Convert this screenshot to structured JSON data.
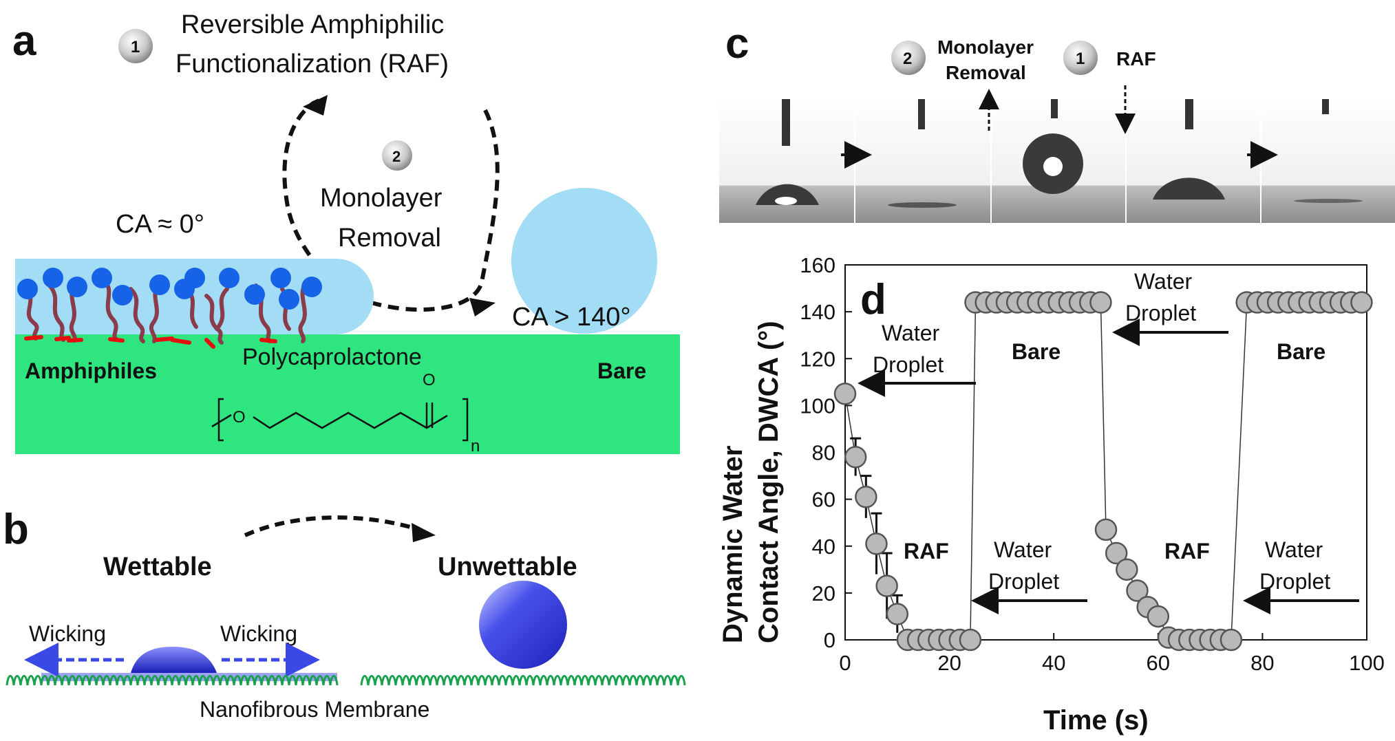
{
  "panels": {
    "a": "a",
    "b": "b",
    "c": "c",
    "d": "d"
  },
  "a": {
    "step1_num": "1",
    "step1_line1": "Reversible Amphiphilic",
    "step1_line2": "Functionalization (RAF)",
    "step2_num": "2",
    "step2_line1": "Monolayer",
    "step2_line2": "Removal",
    "ca_wet": "CA ≈ 0°",
    "ca_bare": "CA > 140°",
    "amphiphiles": "Amphiphiles",
    "pcl": "Polycaprolactone",
    "bare": "Bare",
    "chem_o1": "O",
    "chem_o2": "O",
    "chem_n": "n"
  },
  "b": {
    "wettable": "Wettable",
    "unwettable": "Unwettable",
    "wicking_left": "Wicking",
    "wicking_right": "Wicking",
    "membrane": "Nanofibrous Membrane"
  },
  "c": {
    "step2_num": "2",
    "step2_line1": "Monolayer",
    "step2_line2": "Removal",
    "step1_num": "1",
    "step1_label": "RAF"
  },
  "chart_data": {
    "type": "scatter",
    "xlabel": "Time (s)",
    "ylabel_line1": "Dynamic Water",
    "ylabel_line2": "Contact Angle, DWCA (°)",
    "xlim": [
      0,
      100
    ],
    "ylim": [
      0,
      160
    ],
    "xticks": [
      0,
      20,
      40,
      60,
      80,
      100
    ],
    "yticks": [
      0,
      20,
      40,
      60,
      80,
      100,
      120,
      140,
      160
    ],
    "series": [
      {
        "x": [
          0,
          2,
          4,
          6,
          8,
          10,
          12,
          14,
          16,
          18,
          20,
          22,
          24
        ],
        "y": [
          105,
          78,
          61,
          41,
          23,
          11,
          0,
          0,
          0,
          0,
          0,
          0,
          0
        ],
        "err": [
          0,
          8,
          9,
          13,
          14,
          8,
          0,
          0,
          0,
          0,
          0,
          0,
          0
        ]
      },
      {
        "x": [
          25,
          27,
          29,
          31,
          33,
          35,
          37,
          39,
          41,
          43,
          45,
          47,
          49
        ],
        "y": [
          144,
          144,
          144,
          144,
          144,
          144,
          144,
          144,
          144,
          144,
          144,
          144,
          144
        ],
        "err": [
          0,
          0,
          0,
          0,
          0,
          0,
          0,
          0,
          0,
          0,
          0,
          0,
          1
        ]
      },
      {
        "x": [
          50,
          52,
          54,
          56,
          58,
          60,
          62,
          64,
          66,
          68,
          70,
          72,
          74
        ],
        "y": [
          47,
          37,
          30,
          21,
          14,
          10,
          1,
          0,
          0,
          0,
          0,
          0,
          0
        ],
        "err": [
          0,
          0,
          2,
          2,
          2,
          2,
          0,
          0,
          0,
          0,
          0,
          0,
          0
        ]
      },
      {
        "x": [
          77,
          79,
          81,
          83,
          85,
          87,
          89,
          91,
          93,
          95,
          97,
          99
        ],
        "y": [
          144,
          144,
          144,
          144,
          144,
          144,
          144,
          144,
          144,
          144,
          144,
          144
        ],
        "err": [
          1,
          1,
          1,
          1,
          1,
          1,
          1,
          1,
          1,
          1,
          1,
          1
        ]
      }
    ],
    "annotations": {
      "water_droplet": "Water",
      "water_droplet_2": "Droplet",
      "bare": "Bare",
      "raf": "RAF"
    }
  },
  "colors": {
    "liquid": "#a3dcf5",
    "substrate": "#2fe57f",
    "amphiphile_head": "#1763e8",
    "amphiphile_tail": "#8a3c4a",
    "anchor": "#e41010",
    "fiber": "#1aa14d",
    "drop": "#2b34e0",
    "marker": "#b9b9b9"
  }
}
